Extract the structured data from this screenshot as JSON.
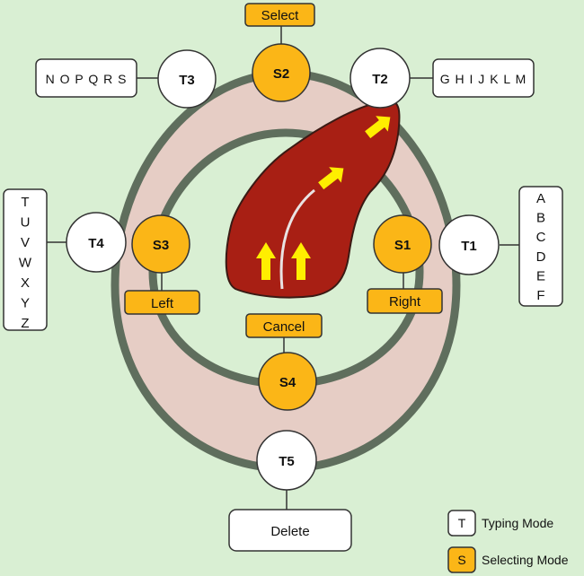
{
  "colors": {
    "background": "#d9efd3",
    "ring_fill": "#e6cdc5",
    "ring_stroke": "#5f6e5d",
    "tongue": "#a81f14",
    "tongue_outline": "#3a1a14",
    "arrow": "#ffee00",
    "swipe_line": "#e9e3e3",
    "typing_node_fill": "#ffffff",
    "selecting_node_fill": "#fbb617",
    "node_stroke": "#333333",
    "label_fill_typing": "#ffffff",
    "label_fill_selecting": "#fbb617"
  },
  "typing_nodes": [
    {
      "id": "T1",
      "label": "T1",
      "letters": "A B C D E F"
    },
    {
      "id": "T2",
      "label": "T2",
      "letters": "G H I J K L M"
    },
    {
      "id": "T3",
      "label": "T3",
      "letters": "N O P Q R S"
    },
    {
      "id": "T4",
      "label": "T4",
      "letters": "T U V W X Y Z"
    },
    {
      "id": "T5",
      "label": "T5",
      "action": "Delete"
    }
  ],
  "selecting_nodes": [
    {
      "id": "S1",
      "label": "S1",
      "action": "Right"
    },
    {
      "id": "S2",
      "label": "S2",
      "action": "Select"
    },
    {
      "id": "S3",
      "label": "S3",
      "action": "Left"
    },
    {
      "id": "S4",
      "label": "S4",
      "action": "Cancel"
    }
  ],
  "legend": [
    {
      "symbol": "T",
      "label": "Typing Mode"
    },
    {
      "symbol": "S",
      "label": "Selecting Mode"
    }
  ]
}
